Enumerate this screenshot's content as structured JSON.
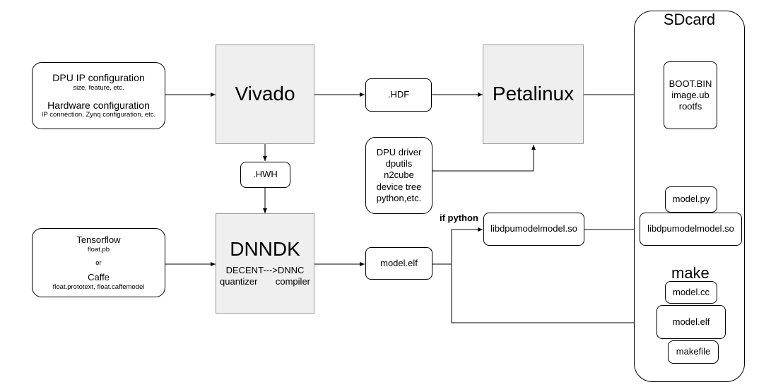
{
  "inputs": {
    "dpu_config": {
      "title": "DPU IP configuration",
      "sub": "size, feature, etc.",
      "title2": "Hardware configuration",
      "sub2": "IP connection, Zynq configuration, etc."
    },
    "framework": {
      "title": "Tensorflow",
      "sub": "float.pb",
      "or": "or",
      "title2": "Caffe",
      "sub2": "float.prototext, float.caffemodel"
    },
    "drivers": [
      "DPU driver",
      "dputils",
      "n2cube",
      "device tree",
      "python,etc."
    ]
  },
  "processes": {
    "vivado": "Vivado",
    "petalinux": "Petalinux",
    "dnndk": {
      "title": "DNNDK",
      "line1": "DECENT--->DNNC",
      "quantizer": "quantizer",
      "compiler": "compiler"
    }
  },
  "artifacts": {
    "hdf": ".HDF",
    "hwh": ".HWH",
    "model_elf": "model.elf",
    "libso": "libdpumodelmodel.so",
    "if_python": "if python"
  },
  "sdcard": {
    "title": "SDcard",
    "boot": [
      "BOOT.BIN",
      "image.ub",
      "rootfs"
    ],
    "model_py": "model.py",
    "libso": "libdpumodelmodel.so",
    "make_title": "make",
    "model_cc": "model.cc",
    "model_elf": "model.elf",
    "makefile": "makefile"
  }
}
